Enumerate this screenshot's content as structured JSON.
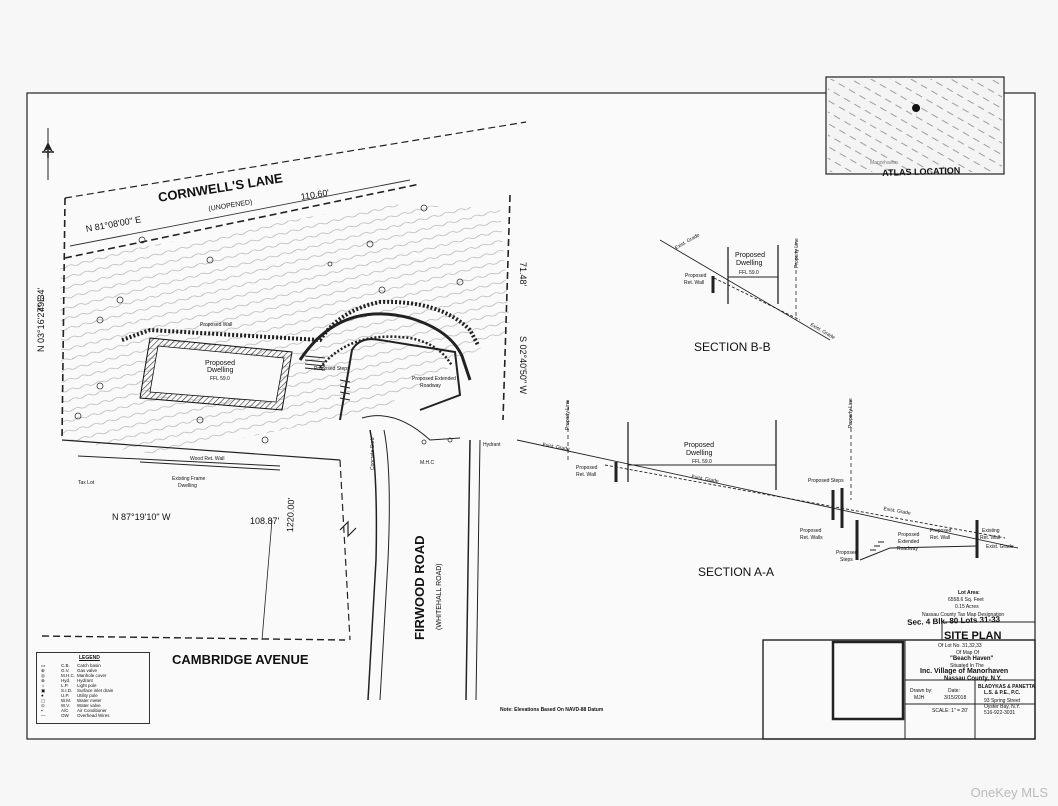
{
  "streets": {
    "cornwells_lane": "CORNWELL'S LANE",
    "unopened": "(UNOPENED)",
    "cambridge_avenue": "CAMBRIDGE AVENUE",
    "firwood_road": "FIRWOOD ROAD",
    "whitehall_road": "(WHITEHALL ROAD)"
  },
  "bearings": {
    "north_top": "N 81°08'00\" E",
    "north_top_dist": "110.60'",
    "east_side": "S 02°40'50\" W",
    "east_side_dist": "71.48'",
    "west_side": "N 03°16'27\" E",
    "west_side_dist": "49.34'",
    "south": "N 87°19'10\" W",
    "south_dist": "108.87'",
    "cambridge_dist": "1220.00'"
  },
  "plan_labels": {
    "proposed_dwelling": "Proposed",
    "proposed_dwelling_2": "Dwelling",
    "ffl": "FFL 59.0",
    "proposed_wall": "Proposed Wall",
    "proposed_steps": "Proposed Steps",
    "proposed_extended": "Proposed Extended",
    "proposed_roadway": "Roadway",
    "existing_frame": "Existing Frame",
    "existing_frame_2": "Dwelling",
    "wood_ret_wall": "Wood Ret. Wall",
    "hydrant": "Hydrant",
    "concrete_curb": "Concrete Curb",
    "mhc": "M.H.C",
    "tax_lot": "Tax Lot"
  },
  "atlas": {
    "label": "ATLAS LOCATION",
    "map_text": "Manorhaven"
  },
  "section_bb": {
    "title": "SECTION B-B",
    "exist_grade": "Exist. Grade",
    "proposed_dwelling": "Proposed",
    "proposed_dwelling_2": "Dwelling",
    "ffl": "FFL 59.0",
    "proposed_ret_wall": "Proposed",
    "proposed_ret_wall_2": "Ret. Wall",
    "property_line": "Property Line",
    "exist_grade_2": "Exist. Grade"
  },
  "section_aa": {
    "title": "SECTION A-A",
    "property_line": "Property Line",
    "exist_grade": "Exist. Grade",
    "proposed_dwelling": "Proposed",
    "proposed_dwelling_2": "Dwelling",
    "ffl": "FFL 59.0",
    "proposed_ret_wall": "Proposed",
    "proposed_ret_wall_2": "Ret. Wall",
    "exist_grade_2": "Exist. Grade",
    "property_line_2": "Property Line",
    "proposed_steps": "Proposed Steps",
    "proposed_ret_walls": "Proposed",
    "proposed_ret_walls_2": "Ret. Walls",
    "proposed_extended": "Proposed",
    "proposed_extended_2": "Extended",
    "proposed_extended_3": "Roadway",
    "exist_grade_3": "Exist. Grade",
    "proposed_steps_2": "Proposed",
    "proposed_steps_3": "Steps",
    "proposed_ret_wall_b": "Proposed",
    "proposed_ret_wall_b2": "Ret. Wall",
    "existing_ret_wall": "Existing",
    "existing_ret_wall_2": "Ret. Wall",
    "exist_grade_4": "Exist. Grade"
  },
  "lot_area": {
    "label": "Lot Area:",
    "sqft": "6558.6 Sq. Feet",
    "acres": "0.15 Acres",
    "tax_map": "Nassau County Tax Map Designation",
    "designation": "Sec. 4 Blk. 80 Lots 31-33"
  },
  "title_block": {
    "title": "SITE PLAN",
    "of_lot": "Of Lot No. 31,32,33",
    "of_map": "Of Map Of",
    "map_name": "\"Beach Haven\"",
    "situated": "Situated In The",
    "village": "Inc. Village of Manorhaven",
    "county": "Nassau County, N.Y.",
    "drawn_by_label": "Drawn by:",
    "drawn_by": "MJH",
    "date_label": "Date:",
    "date": "3/15/2018",
    "scale": "SCALE: 1\" = 20'",
    "firm": "BLADYKAS & PANETTA",
    "firm_2": "L.S. & P.E., P.C.",
    "address": "93 Spring Street",
    "city": "Oyster Bay, N.Y.",
    "phone": "516-922-3031"
  },
  "note": "Note: Elevations Based On NAVD-88 Datum",
  "legend": {
    "title": "LEGEND",
    "items": [
      {
        "code": "C.B.",
        "desc": "Catch basin"
      },
      {
        "code": "G.V.",
        "desc": "Gas valve"
      },
      {
        "code": "M.H.C.",
        "desc": "Manhole cover"
      },
      {
        "code": "Hyd.",
        "desc": "Hydrant"
      },
      {
        "code": "L.P.",
        "desc": "Light pole"
      },
      {
        "code": "S.I.D.",
        "desc": "Surface inlet drain"
      },
      {
        "code": "U.P.",
        "desc": "Utility pole"
      },
      {
        "code": "W.M.",
        "desc": "Water meter"
      },
      {
        "code": "W.V.",
        "desc": "Water valve"
      },
      {
        "code": "A/C",
        "desc": "Air Conditioner"
      },
      {
        "code": "OW",
        "desc": "Overhead Wires"
      }
    ]
  },
  "watermark": "OneKey MLS"
}
